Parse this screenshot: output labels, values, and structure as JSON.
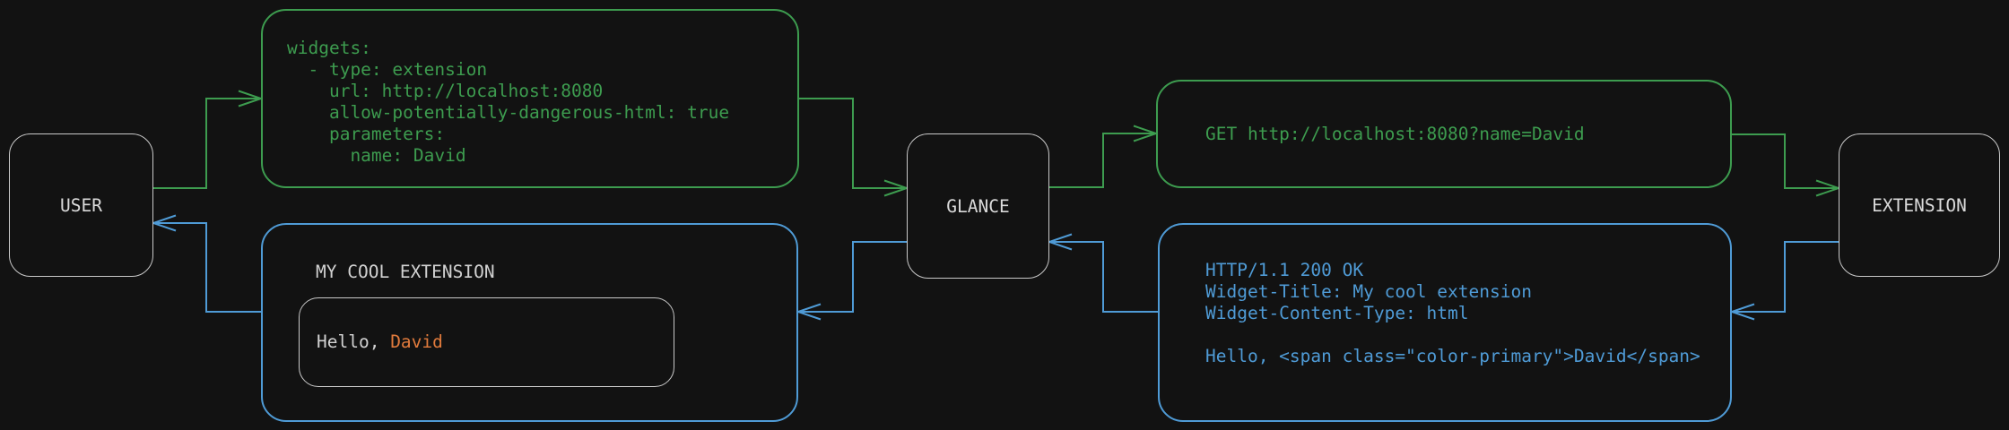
{
  "colors": {
    "background": "#121212",
    "green": "#3d9c4f",
    "blue": "#4f9bd6",
    "orange": "#e07a3c",
    "node_border": "#c9c9c9",
    "text": "#d6d6d6"
  },
  "nodes": {
    "user": "USER",
    "glance": "GLANCE",
    "extension": "EXTENSION"
  },
  "flows": {
    "config": {
      "code": "widgets:\n  - type: extension\n    url: http://localhost:8080\n    allow-potentially-dangerous-html: true\n    parameters:\n      name: David"
    },
    "request": {
      "code": "GET http://localhost:8080?name=David"
    },
    "response": {
      "code": "HTTP/1.1 200 OK\nWidget-Title: My cool extension\nWidget-Content-Type: html\n\nHello, <span class=\"color-primary\">David</span>"
    },
    "widget": {
      "title": "MY COOL EXTENSION",
      "greeting_prefix": "Hello, ",
      "greeting_name": "David"
    }
  }
}
